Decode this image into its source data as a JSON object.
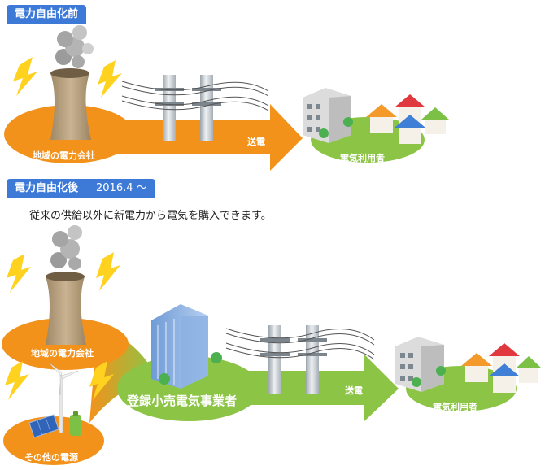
{
  "before": {
    "tag": "電力自由化前",
    "source_label": "地域の電力会社",
    "transmit_label": "送電",
    "consumer_label": "電気利用者"
  },
  "after": {
    "tag": "電力自由化後",
    "date": "2016.4 ～",
    "caption": "従来の供給以外に新電力から電気を購入できます。",
    "source_label": "地域の電力会社",
    "other_source_label": "その他の電源",
    "retailer_label": "登録小売電気事業者",
    "transmit_label": "送電",
    "consumer_label": "電気利用者"
  },
  "colors": {
    "tag_blue": "#3d7ad8",
    "orange": "#f3921b",
    "green": "#8cc446",
    "tower": "#b7a07f",
    "bolt": "#ffd21f"
  }
}
